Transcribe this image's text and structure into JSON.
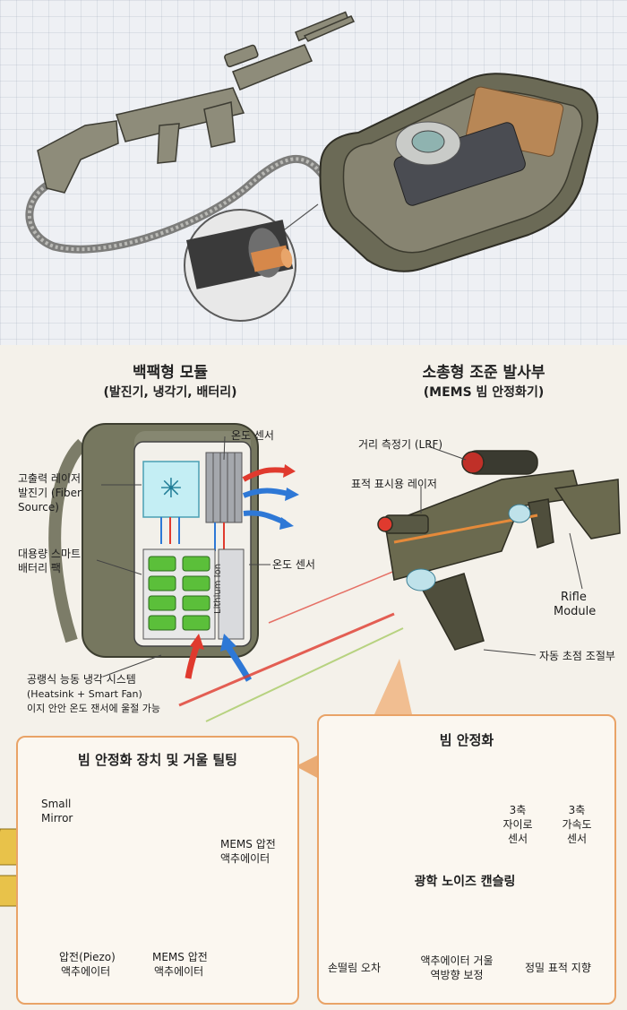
{
  "backpack": {
    "title": "백팩형 모듈",
    "subtitle": "(발진기, 냉각기, 배터리)",
    "labels": {
      "temp_sensor_top": "온도 센서",
      "laser_line1": "고출력 레이저",
      "laser_line2": "발진기 (Fiber",
      "laser_line3": "Source)",
      "battery_line1": "대용량 스마트",
      "battery_line2": "배터리 팩",
      "temp_sensor_mid": "온도 센서",
      "cooling_line1": "공랭식 능동 냉각 시스템",
      "cooling_line2": "(Heatsink + Smart Fan)",
      "cooling_line3": "이지 안안 온도 잰서에 울절 가능",
      "battery_text": "Lithium Ion"
    }
  },
  "rifle": {
    "title": "소총형 조준 발사부",
    "subtitle": "(MEMS 빔 안정화기)",
    "labels": {
      "lrf": "거리 측정기 (LRF)",
      "target_laser": "표적 표시용 레이저",
      "module_line1": "Rifle",
      "module_line2": "Module",
      "autofocus": "자동 초점 조절부"
    }
  },
  "mirror_panel": {
    "title": "빔 안정화 장치 및 거울 틸팅",
    "labels": {
      "small_mirror_line1": "Small",
      "small_mirror_line2": "Mirror",
      "mems_right_line1": "MEMS 압전",
      "mems_right_line2": "액추에이터",
      "piezo_line1": "압전(Piezo)",
      "piezo_line2": "액추에이터",
      "mems_bottom_line1": "MEMS 압전",
      "mems_bottom_line2": "액추에이터"
    }
  },
  "stab_panel": {
    "title": "빔 안정화",
    "gyro_line1": "3축",
    "gyro_line2": "자이로",
    "gyro_line3": "센서",
    "accel_line1": "3축",
    "accel_line2": "가속도",
    "accel_line3": "센서",
    "noise_title": "광학 노이즈 캔슬링",
    "shake_label": "손떨림 오차",
    "actuator_line1": "액추에이터 거울",
    "actuator_line2": "역방향 보정",
    "precise_label": "정밀 표적 지향"
  },
  "colors": {
    "accent_orange": "#e9a367",
    "laser_red": "#e03a2e",
    "cooling_blue": "#2e78d6",
    "olive": "#6b6a4f",
    "battery_green": "#5bbf3a"
  }
}
